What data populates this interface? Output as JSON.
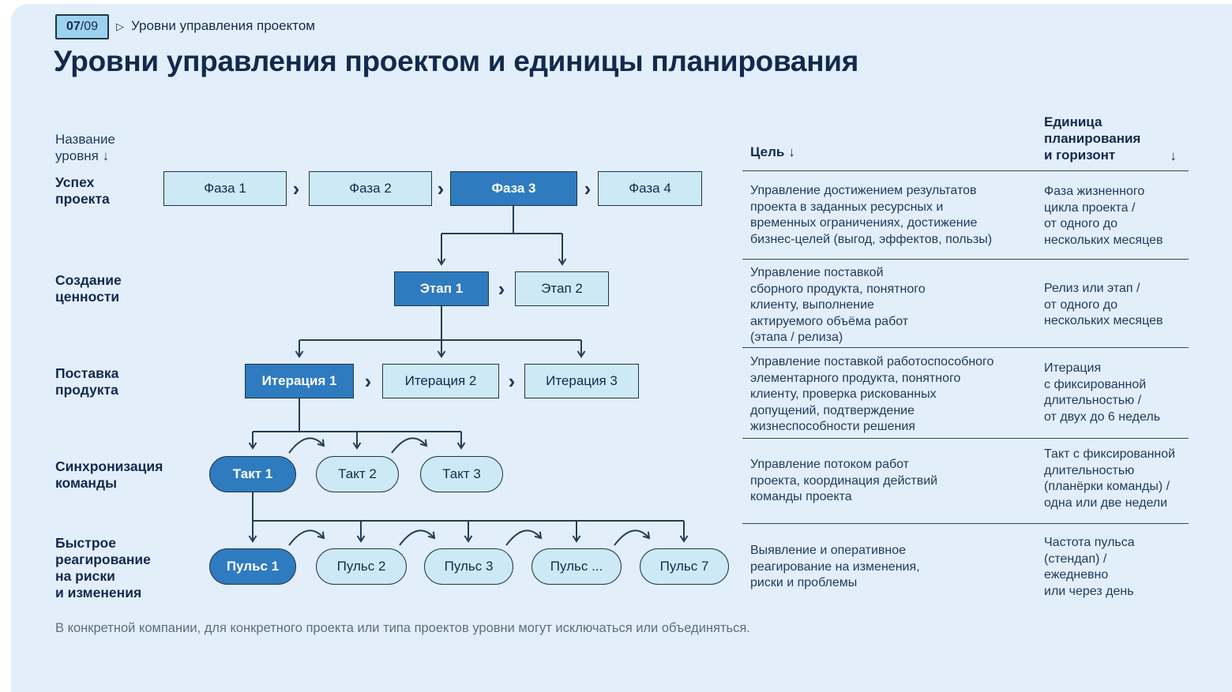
{
  "header": {
    "badge_current": "07",
    "badge_total": "/09",
    "breadcrumb": "Уровни управления проектом",
    "title": "Уровни управления проектом и единицы планирования"
  },
  "icons": {
    "breadcrumb_triangle": "▷",
    "sort_arrow": "↓",
    "chevron_right": "›"
  },
  "colors": {
    "background": "#e2effa",
    "node_light": "#cde9f6",
    "node_dark": "#2f7bbf",
    "navy_text": "#13294d",
    "line": "#233d56"
  },
  "left_column": {
    "header": "Название\nуровня",
    "levels": [
      "Успех\nпроекта",
      "Создание\nценности",
      "Поставка\nпродукта",
      "Синхронизация\nкоманды",
      "Быстрое\nреагирование\nна риски\nи изменения"
    ]
  },
  "diagram": {
    "rows": [
      {
        "level": "Успех проекта",
        "shape": "rect",
        "active_index": 2,
        "nodes": [
          "Фаза 1",
          "Фаза 2",
          "Фаза 3",
          "Фаза 4"
        ]
      },
      {
        "level": "Создание ценности",
        "shape": "rect",
        "active_index": 0,
        "nodes": [
          "Этап 1",
          "Этап 2"
        ]
      },
      {
        "level": "Поставка продукта",
        "shape": "rect",
        "active_index": 0,
        "nodes": [
          "Итерация 1",
          "Итерация 2",
          "Итерация 3"
        ]
      },
      {
        "level": "Синхронизация команды",
        "shape": "pill",
        "active_index": 0,
        "nodes": [
          "Такт 1",
          "Такт 2",
          "Такт 3"
        ]
      },
      {
        "level": "Быстрое реагирование на риски и изменения",
        "shape": "pill",
        "active_index": 0,
        "nodes": [
          "Пульс 1",
          "Пульс 2",
          "Пульс 3",
          "Пульс ...",
          "Пульс 7"
        ]
      }
    ]
  },
  "table": {
    "goal_header": "Цель",
    "unit_header": "Единица\nпланирования\nи горизонт",
    "rows": [
      {
        "goal": "Управление достижением результатов\nпроекта в заданных ресурсных и\nвременных ограничениях, достижение\nбизнес-целей (выгод, эффектов, пользы)",
        "unit": "Фаза жизненного\nцикла проекта /\nот одного до\nнескольких месяцев"
      },
      {
        "goal": "Управление поставкой\nсборного продукта, понятного\nклиенту, выполнение\nактируемого объёма работ\n(этапа / релиза)",
        "unit": "Релиз или этап /\nот одного до\nнескольких месяцев"
      },
      {
        "goal": "Управление поставкой работоспособного\nэлементарного продукта, понятного\nклиенту, проверка рискованных\nдопущений, подтверждение\nжизнеспособности решения",
        "unit": "Итерация\nс фиксированной\nдлительностью /\nот двух до 6 недель"
      },
      {
        "goal": "Управление потоком работ\nпроекта, координация действий\nкоманды проекта",
        "unit": "Такт с фиксированной\nдлительностью\n(планёрки команды) /\nодна или две недели"
      },
      {
        "goal": "Выявление и оперативное\nреагирование на изменения,\nриски и проблемы",
        "unit": "Частота пульса\n(стендап) /\nежедневно\nили через день"
      }
    ]
  },
  "footnote": "В конкретной компании, для конкретного проекта или типа проектов уровни могут исключаться или объединяться."
}
